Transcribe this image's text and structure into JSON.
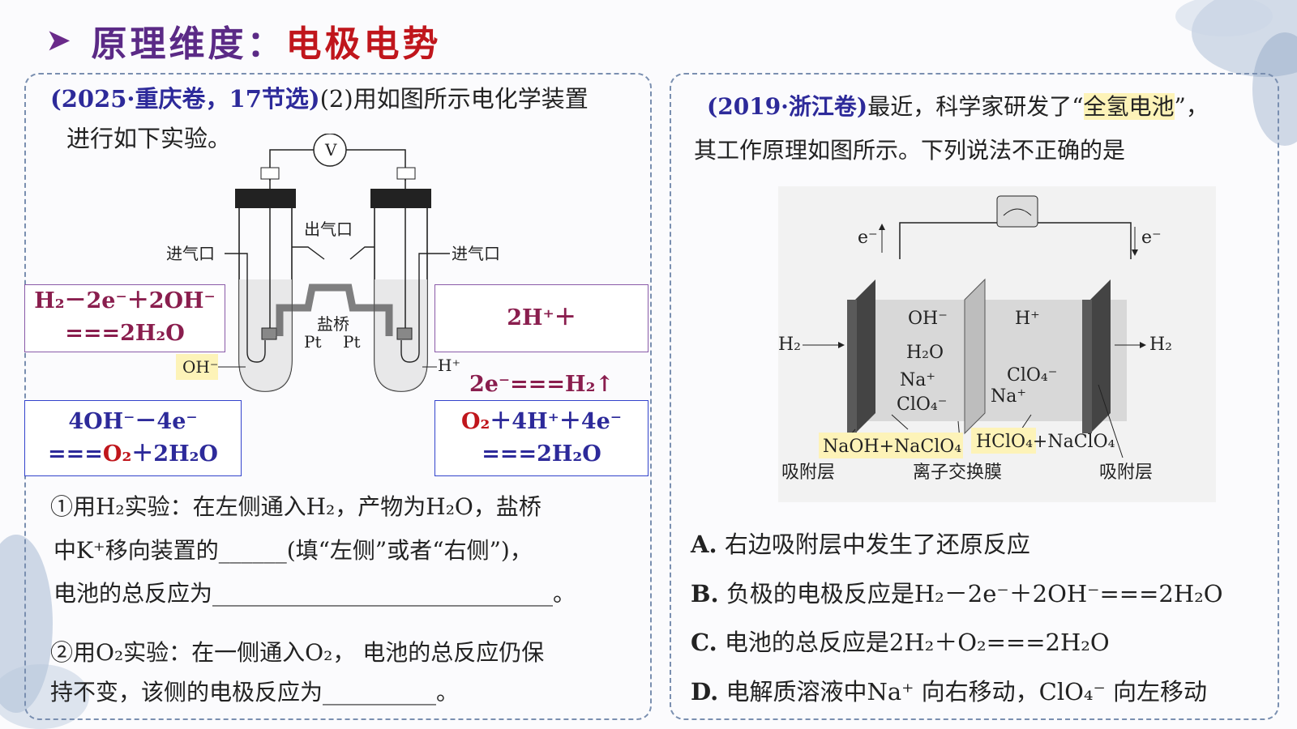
{
  "header": {
    "arrow": "➤",
    "title_a": "原理维度：",
    "title_b": "电极电势"
  },
  "left": {
    "source": "(2025·重庆卷，17节选)",
    "intro_a": "(2)用如图所示电化学装置",
    "intro_b": "进行如下实验。",
    "diagram_labels": {
      "voltmeter": "V",
      "inlet_left": "进气口",
      "inlet_right": "进气口",
      "outlet": "出气口",
      "salt_bridge": "盐桥",
      "pt_left": "Pt",
      "pt_right": "Pt",
      "oh_ion": "OH⁻",
      "h_ion": "H⁺"
    },
    "box_tl": {
      "line1": "H₂－2e⁻＋2OH⁻",
      "line2": "===2H₂O"
    },
    "box_tr": {
      "line1": "2H⁺＋2e⁻===H₂↑"
    },
    "box_bl": {
      "line1": "4OH⁻－4e⁻",
      "line2_a": "===",
      "line2_b": "O₂",
      "line2_c": "＋2H₂O"
    },
    "box_br": {
      "line1_a": "O₂",
      "line1_b": "＋4H⁺＋4e⁻",
      "line2": "===2H₂O"
    },
    "q1_line1": "①用H₂实验：在左侧通入H₂，产物为H₂O，盐桥",
    "q1_line2": "中K⁺移向装置的______(填“左侧”或者“右侧”)，",
    "q1_line3": "电池的总反应为______________________________。",
    "q2_line1": "②用O₂实验：在一侧通入O₂， 电池的总反应仍保",
    "q2_line2": "持不变，该侧的电极反应为__________。"
  },
  "right": {
    "source": "(2019·浙江卷)",
    "intro_a": "最近，科学家研发了“",
    "intro_hl": "全氢电池",
    "intro_b": "”，",
    "intro_line2": "其工作原理如图所示。下列说法不正确的是",
    "diagram_labels": {
      "e_left": "e⁻",
      "e_right": "e⁻",
      "h2_in": "H₂",
      "h2_out": "H₂",
      "oh": "OH⁻",
      "h2o": "H₂O",
      "na_left": "Na⁺",
      "clo4_left": "ClO₄⁻",
      "h_plus": "H⁺",
      "clo4_right": "ClO₄⁻",
      "na_right": "Na⁺",
      "sol_left": "NaOH+NaClO₄",
      "sol_right": "HClO₄+NaClO₄",
      "adsorb_left": "吸附层",
      "membrane": "离子交换膜",
      "adsorb_right": "吸附层"
    },
    "options": [
      {
        "letter": "A.",
        "text": "右边吸附层中发生了还原反应"
      },
      {
        "letter": "B.",
        "text": "负极的电极反应是H₂－2e⁻＋2OH⁻===2H₂O"
      },
      {
        "letter": "C.",
        "text": "电池的总反应是2H₂＋O₂===2H₂O"
      },
      {
        "letter": "D.",
        "text": "电解质溶液中Na⁺ 向右移动，ClO₄⁻ 向左移动"
      }
    ]
  },
  "colors": {
    "title_purple": "#5b2a86",
    "title_red": "#c0161c",
    "source_blue": "#2d2a9a",
    "highlight": "#fdf3b8"
  }
}
